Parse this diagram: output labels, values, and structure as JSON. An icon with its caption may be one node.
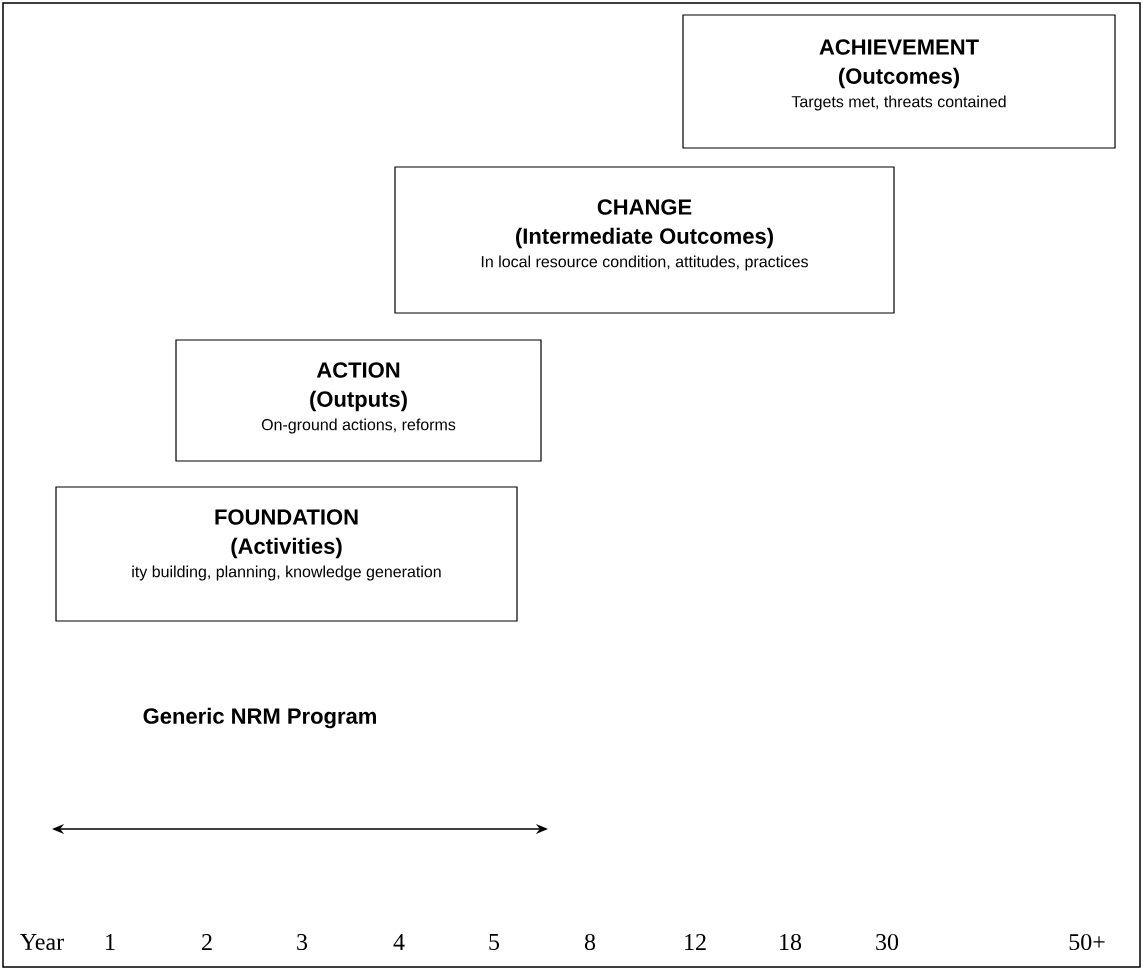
{
  "diagram": {
    "nodes": [
      {
        "text": [
          "ACHIEVEMENT",
          "(Outcomes)",
          "Targets met, threats contained"
        ]
      },
      {
        "text": [
          "CHANGE",
          "(Intermediate Outcomes)",
          "In local resource condition, attitudes, practices"
        ]
      },
      {
        "text": [
          "ACTION",
          "(Outputs)",
          "On-ground actions, reforms"
        ]
      },
      {
        "text": [
          "FOUNDATION",
          "(Activities)",
          "ity building, planning, knowledge generation"
        ]
      }
    ],
    "labels": [
      "Generic NRM Program",
      "Year",
      "1",
      "2",
      "3",
      "4",
      "5",
      "8",
      "12",
      "18",
      "30",
      "50+"
    ]
  }
}
